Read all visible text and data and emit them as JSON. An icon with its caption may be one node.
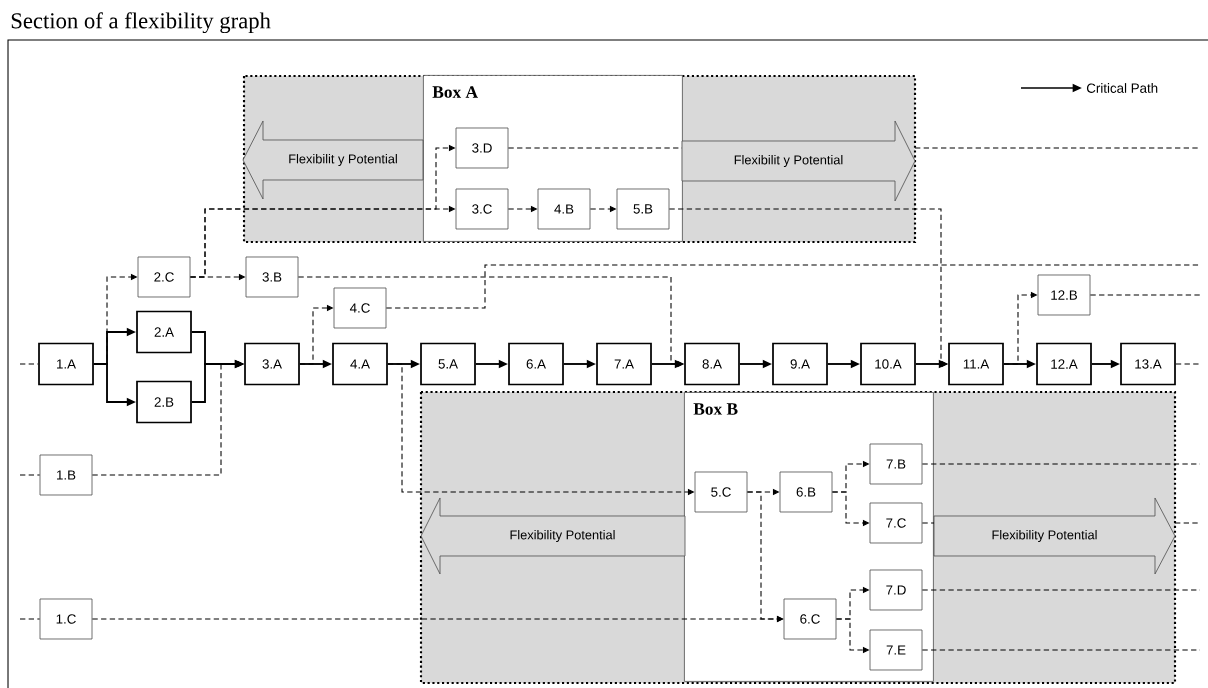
{
  "diagram": {
    "title": "Section of a flexibility graph",
    "nodes": [
      {
        "text": [
          "Box A"
        ]
      },
      {
        "text": [
          "Flexibilit y Potential"
        ]
      },
      {
        "text": [
          "Flexibilit y Potential"
        ]
      },
      {
        "text": [
          "3.D"
        ],
        "in": 0
      },
      {
        "text": [
          "3.C"
        ],
        "in": 0
      },
      {
        "text": [
          "4.B"
        ],
        "in": 0
      },
      {
        "text": [
          "5.B"
        ],
        "in": 0
      },
      {
        "text": [
          "2.C"
        ]
      },
      {
        "text": [
          "3.B"
        ]
      },
      {
        "text": [
          "4.C"
        ]
      },
      {
        "text": [
          "12.B"
        ]
      },
      {
        "text": [
          "1.A"
        ]
      },
      {
        "text": [
          "2.A"
        ]
      },
      {
        "text": [
          "2.B"
        ]
      },
      {
        "text": [
          "3.A"
        ]
      },
      {
        "text": [
          "4.A"
        ]
      },
      {
        "text": [
          "5.A"
        ]
      },
      {
        "text": [
          "6.A"
        ]
      },
      {
        "text": [
          "7.A"
        ]
      },
      {
        "text": [
          "8.A"
        ]
      },
      {
        "text": [
          "9.A"
        ]
      },
      {
        "text": [
          "10.A"
        ]
      },
      {
        "text": [
          "11.A"
        ]
      },
      {
        "text": [
          "12.A"
        ]
      },
      {
        "text": [
          "13.A"
        ]
      },
      {
        "text": [
          "Box B"
        ]
      },
      {
        "text": [
          "Flexibility Potential"
        ]
      },
      {
        "text": [
          "Flexibility Potential"
        ]
      },
      {
        "text": [
          "5.C"
        ],
        "in": 25
      },
      {
        "text": [
          "6.B"
        ],
        "in": 25
      },
      {
        "text": [
          "7.B"
        ],
        "in": 25
      },
      {
        "text": [
          "7.C"
        ],
        "in": 25
      },
      {
        "text": [
          "1.B"
        ]
      },
      {
        "text": [
          "6.C"
        ],
        "in": 25
      },
      {
        "text": [
          "7.D"
        ],
        "in": 25
      },
      {
        "text": [
          "7.E"
        ],
        "in": 25
      },
      {
        "text": [
          "1.C"
        ]
      }
    ],
    "edges": [
      {
        "from": null,
        "to": 11,
        "arrow": "none",
        "style": "dashed"
      },
      {
        "from": 11,
        "to": 12,
        "arrow": "to"
      },
      {
        "from": 11,
        "to": 13,
        "arrow": "to"
      },
      {
        "from": 11,
        "to": 7,
        "arrow": "to",
        "style": "dashed"
      },
      {
        "from": 12,
        "to": 14,
        "arrow": "to"
      },
      {
        "from": 13,
        "to": 14,
        "arrow": "to"
      },
      {
        "from": null,
        "to": 32,
        "arrow": "none",
        "style": "dashed"
      },
      {
        "from": 32,
        "to": 14,
        "arrow": "to",
        "style": "dashed"
      },
      {
        "from": 7,
        "to": 8,
        "arrow": "to",
        "style": "dashed"
      },
      {
        "from": 7,
        "to": 4,
        "arrow": "to",
        "style": "dashed"
      },
      {
        "from": 7,
        "to": 3,
        "arrow": "to",
        "style": "dashed"
      },
      {
        "from": 14,
        "to": 15,
        "arrow": "to"
      },
      {
        "from": 14,
        "to": 9,
        "arrow": "to",
        "style": "dashed"
      },
      {
        "from": 9,
        "to": null,
        "arrow": "none",
        "style": "dashed"
      },
      {
        "from": 8,
        "to": 19,
        "arrow": "to",
        "style": "dashed"
      },
      {
        "from": 15,
        "to": 16,
        "arrow": "to"
      },
      {
        "from": 15,
        "to": 28,
        "arrow": "to",
        "style": "dashed"
      },
      {
        "from": 16,
        "to": 17,
        "arrow": "to"
      },
      {
        "from": 17,
        "to": 18,
        "arrow": "to"
      },
      {
        "from": 18,
        "to": 19,
        "arrow": "to"
      },
      {
        "from": 19,
        "to": 20,
        "arrow": "to"
      },
      {
        "from": 20,
        "to": 21,
        "arrow": "to"
      },
      {
        "from": 21,
        "to": 22,
        "arrow": "to"
      },
      {
        "from": 22,
        "to": 23,
        "arrow": "to"
      },
      {
        "from": 23,
        "to": 24,
        "arrow": "to"
      },
      {
        "from": 22,
        "to": 10,
        "arrow": "to",
        "style": "dashed"
      },
      {
        "from": 10,
        "to": null,
        "arrow": "none",
        "style": "dashed"
      },
      {
        "from": 24,
        "to": null,
        "arrow": "none",
        "style": "dashed"
      },
      {
        "from": 3,
        "to": null,
        "arrow": "none",
        "style": "dashed"
      },
      {
        "from": 4,
        "to": 5,
        "arrow": "to",
        "style": "dashed"
      },
      {
        "from": 5,
        "to": 6,
        "arrow": "to",
        "style": "dashed"
      },
      {
        "from": 6,
        "to": 22,
        "arrow": "to",
        "style": "dashed"
      },
      {
        "from": null,
        "to": 36,
        "arrow": "none",
        "style": "dashed"
      },
      {
        "from": 36,
        "to": 33,
        "arrow": "to",
        "style": "dashed"
      },
      {
        "from": 28,
        "to": 29,
        "arrow": "to",
        "style": "dashed"
      },
      {
        "from": 28,
        "to": 33,
        "arrow": "to",
        "style": "dashed"
      },
      {
        "from": 29,
        "to": 30,
        "arrow": "to",
        "style": "dashed"
      },
      {
        "from": 29,
        "to": 31,
        "arrow": "to",
        "style": "dashed"
      },
      {
        "from": 33,
        "to": 34,
        "arrow": "to",
        "style": "dashed"
      },
      {
        "from": 33,
        "to": 35,
        "arrow": "to",
        "style": "dashed"
      },
      {
        "from": 30,
        "to": null,
        "arrow": "none",
        "style": "dashed"
      },
      {
        "from": 31,
        "to": null,
        "arrow": "none",
        "style": "dashed"
      },
      {
        "from": 34,
        "to": null,
        "arrow": "none",
        "style": "dashed"
      },
      {
        "from": 35,
        "to": null,
        "arrow": "none",
        "style": "dashed"
      }
    ],
    "legend": [
      {
        "text": "Critical Path"
      }
    ]
  }
}
